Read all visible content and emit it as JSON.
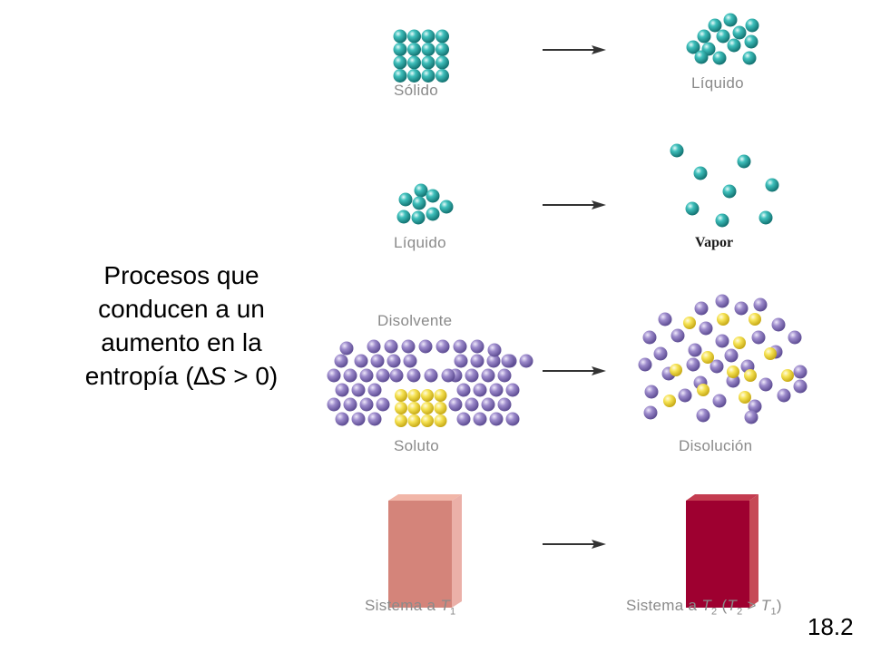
{
  "title": {
    "line1": "Procesos que",
    "line2": "conducen a un",
    "line3": "aumento en la",
    "line4_pre": "entropía (",
    "delta": "∆",
    "s_symbol": "S",
    "line4_post": " > 0)"
  },
  "row1": {
    "left_label": "Sólido",
    "right_label": "Líquido"
  },
  "row2": {
    "left_label": "Líquido",
    "right_label": "Vapor"
  },
  "row3": {
    "top_label": "Disolvente",
    "left_label": "Soluto",
    "right_label": "Disolución"
  },
  "row4": {
    "left_prefix": "Sistema a ",
    "left_T": "T",
    "left_sub": "1",
    "right_prefix": "Sistema a ",
    "right_T": "T",
    "right_sub": "2",
    "right_paren_open": " (",
    "right_T2": "T",
    "right_sub2": "2",
    "right_gt": " > ",
    "right_T3": "T",
    "right_sub3": "1",
    "right_paren_close": ")"
  },
  "slide_number": "18.2",
  "colors": {
    "teal": "#2aa3a0",
    "purple": "#8f7cc0",
    "yellow": "#f3df4a",
    "cold_block": "#d4847a",
    "hot_block": "#9e0030",
    "arrow": "#333333"
  }
}
